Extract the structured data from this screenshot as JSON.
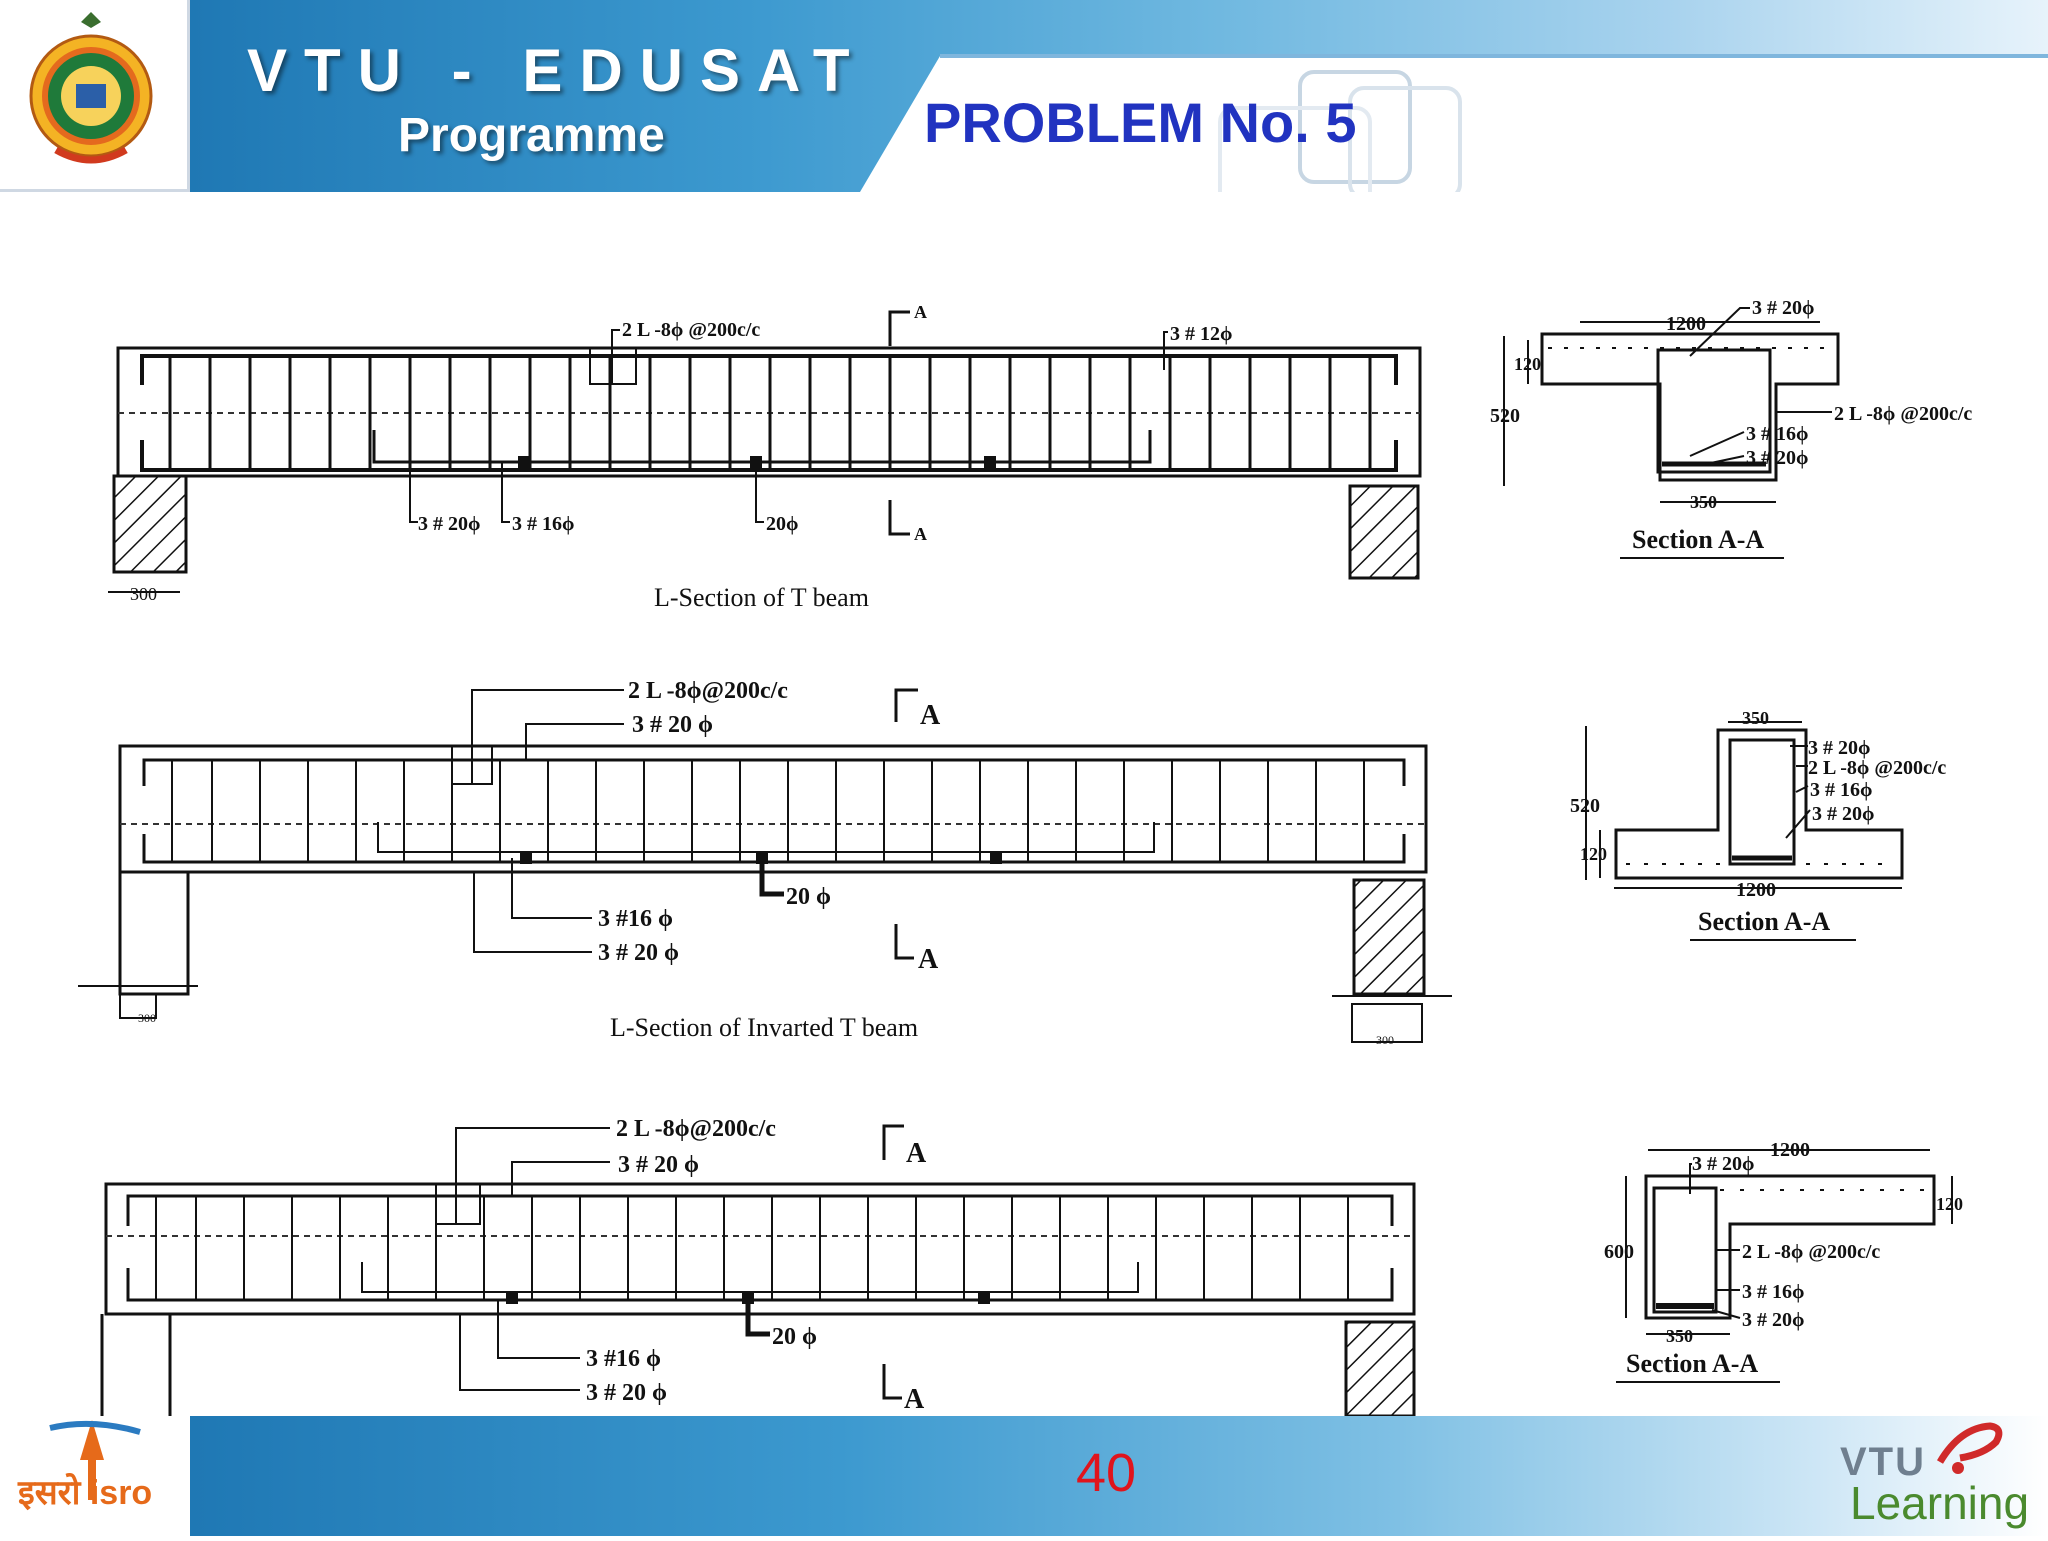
{
  "header": {
    "programme_title": "VTU - EDUSAT",
    "programme_subtitle": "Programme",
    "slide_title": "PROBLEM No. 5"
  },
  "footer": {
    "page_number": "40",
    "isro_label": "इसरो isro",
    "vtu_label": "VTU",
    "learning_label": "Learning"
  },
  "diagram": {
    "beam1": {
      "caption": "L-Section of T beam",
      "stirrups": "2 L -8ϕ @200c/c",
      "top_bars": "3 # 12ϕ",
      "bottom_bars_1": "3 # 20ϕ",
      "bottom_bars_2": "3 # 16ϕ",
      "bar_20": "20ϕ",
      "section_mark": "A",
      "support_width": "300",
      "section": {
        "title": "Section A-A",
        "flange_width": "1200",
        "flange_depth": "120",
        "total_depth": "520",
        "web_width": "350",
        "top_bars": "3 # 20ϕ",
        "stirrups": "2 L -8ϕ @200c/c",
        "bars_16": "3 # 16ϕ",
        "bars_20": "3 # 20ϕ"
      }
    },
    "beam2": {
      "caption": "L-Section of Invarted T beam",
      "stirrups": "2 L -8ϕ@200c/c",
      "top_bars": "3 # 20 ϕ",
      "bars_16": "3 #16 ϕ",
      "bars_20": "3 # 20 ϕ",
      "bar_20": "20 ϕ",
      "section_mark": "A",
      "support_width": "300",
      "section": {
        "title": "Section A-A",
        "web_width": "350",
        "total_depth": "520",
        "flange_depth": "120",
        "flange_width": "1200",
        "top_bars": "3 # 20ϕ",
        "stirrups": "2 L -8ϕ @200c/c",
        "bars_16": "3 # 16ϕ",
        "bars_20": "3 # 20ϕ"
      }
    },
    "beam3": {
      "stirrups": "2 L -8ϕ@200c/c",
      "top_bars": "3 # 20 ϕ",
      "bars_16": "3 #16 ϕ",
      "bars_20": "3 # 20 ϕ",
      "bar_20": "20 ϕ",
      "section_mark": "A",
      "section": {
        "title": "Section A-A",
        "flange_width": "1200",
        "flange_depth": "120",
        "total_depth": "600",
        "web_width": "350",
        "top_bars": "3 # 20ϕ",
        "stirrups": "2 L -8ϕ @200c/c",
        "bars_16": "3 # 16ϕ",
        "bars_20": "3 # 20ϕ"
      }
    }
  }
}
